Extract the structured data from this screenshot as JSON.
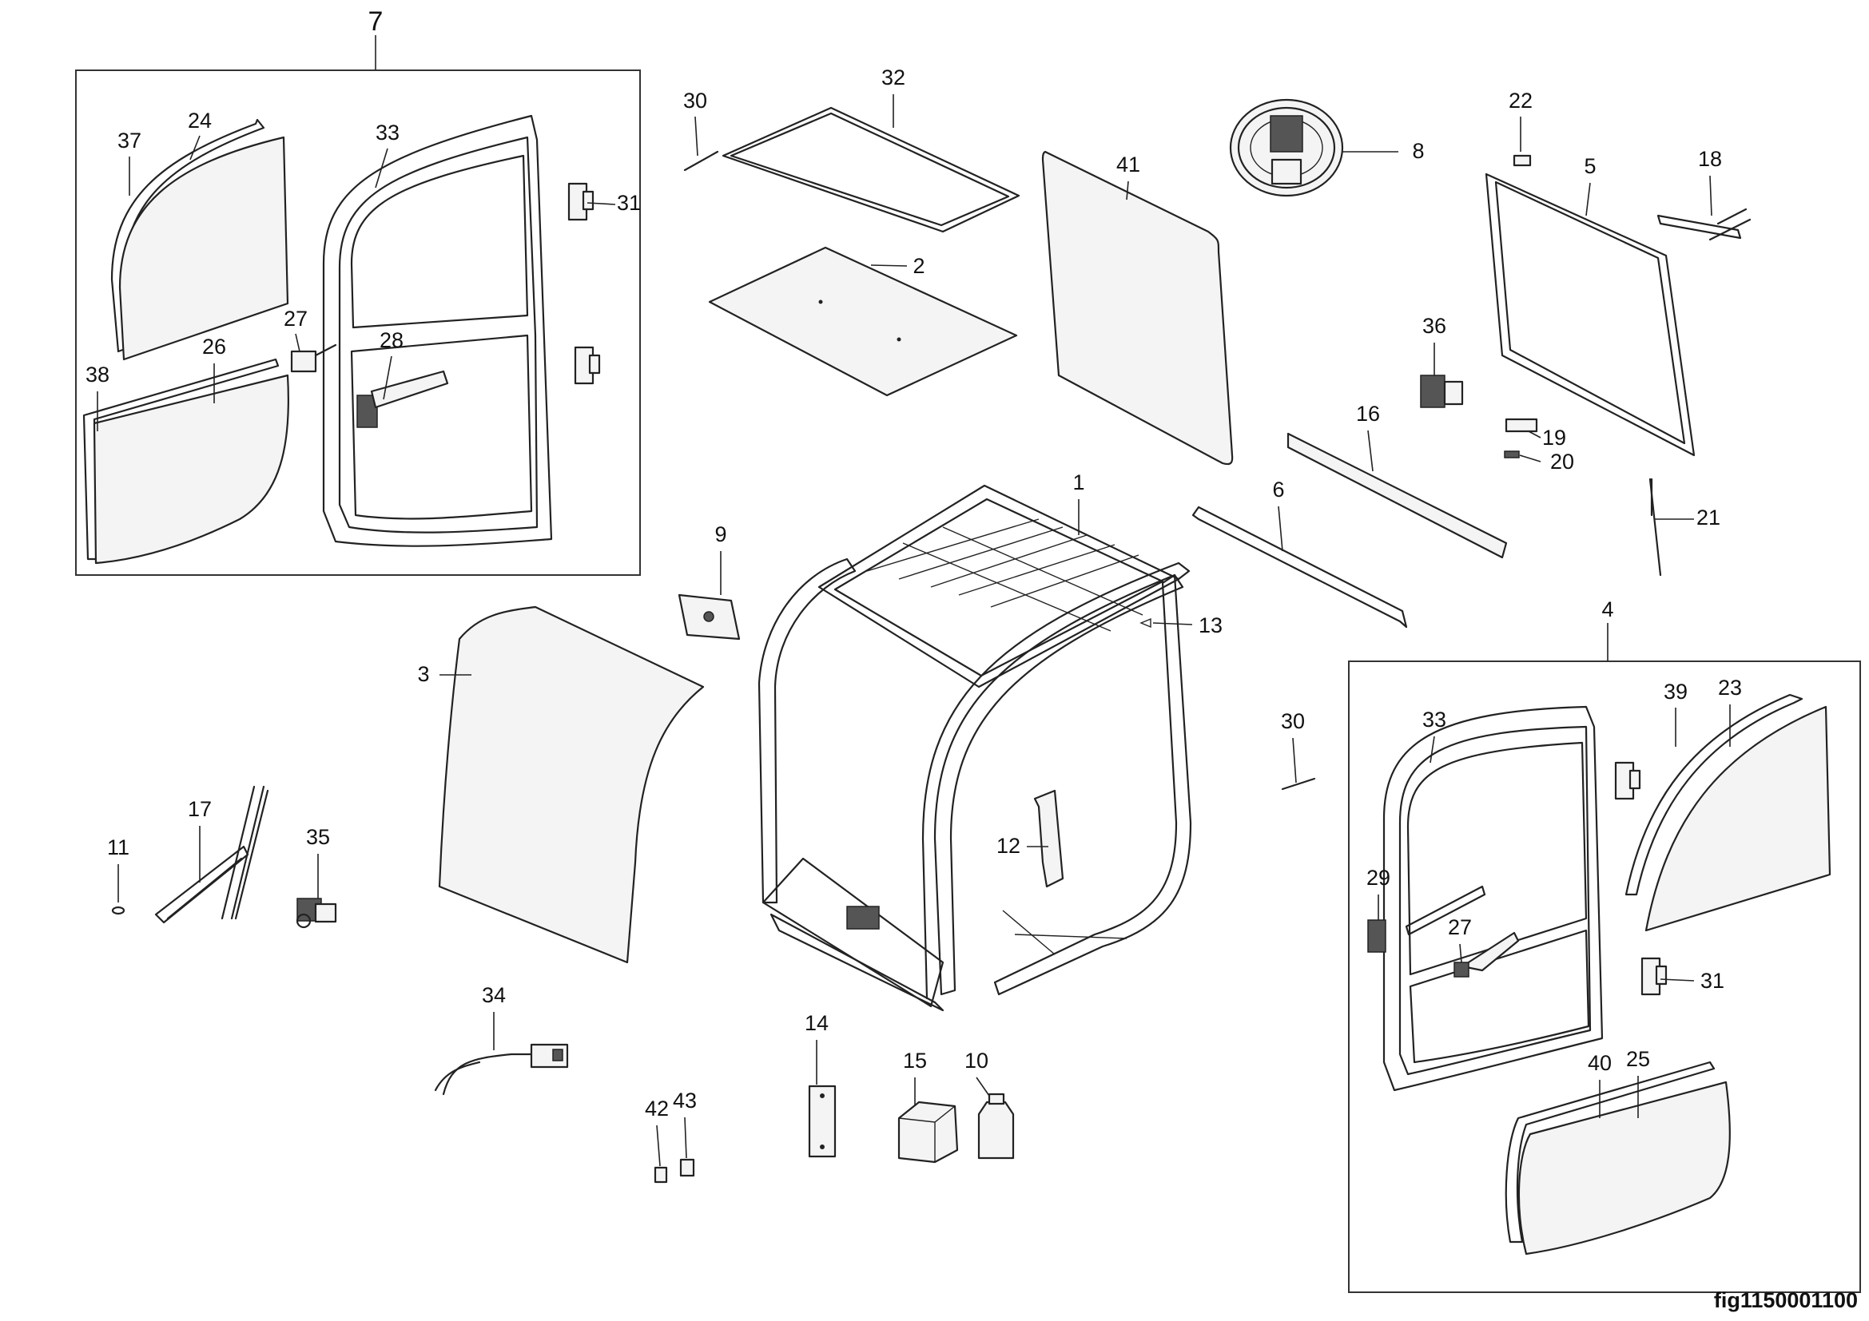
{
  "figure_id": "fig1150001100",
  "callouts": {
    "c1": "1",
    "c2": "2",
    "c3": "3",
    "c4": "4",
    "c5": "5",
    "c6": "6",
    "c7": "7",
    "c8": "8",
    "c9": "9",
    "c10": "10",
    "c11": "11",
    "c12": "12",
    "c13": "13",
    "c14": "14",
    "c15": "15",
    "c16": "16",
    "c17": "17",
    "c18": "18",
    "c19": "19",
    "c20": "20",
    "c21": "21",
    "c22": "22",
    "c23": "23",
    "c24": "24",
    "c25": "25",
    "c26": "26",
    "c27a": "27",
    "c27b": "27",
    "c28": "28",
    "c29": "29",
    "c30a": "30",
    "c30b": "30",
    "c31a": "31",
    "c31b": "31",
    "c32": "32",
    "c33a": "33",
    "c33b": "33",
    "c34": "34",
    "c35": "35",
    "c36": "36",
    "c37": "37",
    "c38": "38",
    "c39": "39",
    "c40": "40",
    "c41": "41",
    "c42": "42",
    "c43": "43"
  }
}
